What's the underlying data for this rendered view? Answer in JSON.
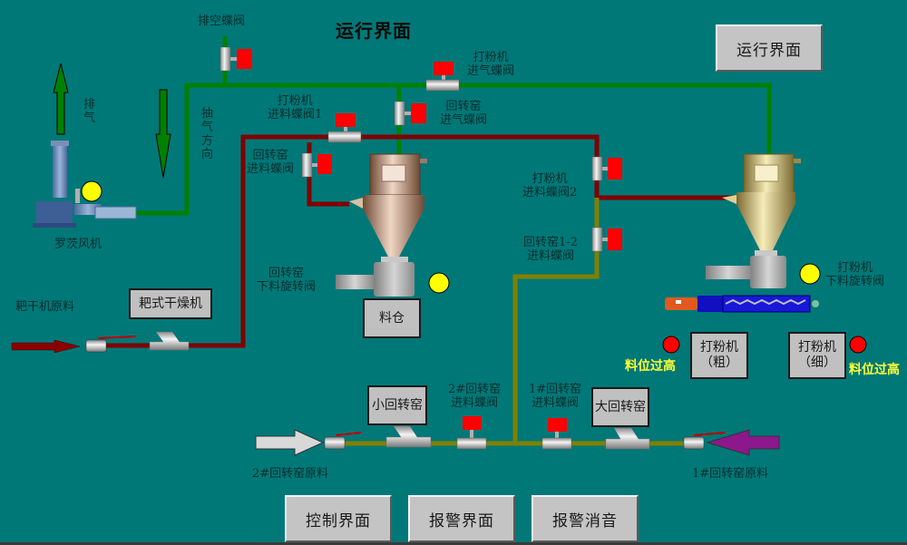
{
  "title": "运行界面",
  "nav": {
    "run_screen": "运行界面",
    "control_screen": "控制界面",
    "alarm_screen": "报警界面",
    "alarm_mute": "报警消音"
  },
  "labels": {
    "exhaust_valve": "排空蝶阀",
    "exhaust": "排气",
    "suction_direction": "抽气方向",
    "roots_blower": "罗茨风机",
    "mill_air_valve": "打粉机\n进气蝶阀",
    "mill_feed_valve_1": "打粉机\n进料蝶阀1",
    "kiln_air_valve": "回转窑\n进气蝶阀",
    "kiln_feed_valve": "回转窑\n进料蝶阀",
    "mill_feed_valve_2": "打粉机\n进料蝶阀2",
    "kiln_1_2_feed_valve": "回转窑1-2\n进料蝶阀",
    "kiln_rotary_valve": "回转窑\n下料旋转阀",
    "mill_rotary_valve": "打粉机\n下料旋转阀",
    "harrow_raw": "耙干机原料",
    "kiln2_feed_valve": "2#回转窑\n进料蝶阀",
    "kiln1_feed_valve": "1#回转窑\n进料蝶阀",
    "kiln2_raw": "2#回转窑原料",
    "kiln1_raw": "1#回转窑原料"
  },
  "equipment": {
    "harrow_dryer": "耙式干燥机",
    "silo": "料仓",
    "small_kiln": "小回转窑",
    "large_kiln": "大回转窑",
    "mill_coarse": "打粉机\n（粗）",
    "mill_fine": "打粉机\n（细）"
  },
  "alarms": {
    "coarse_level_high": "料位过高",
    "fine_level_high": "料位过高"
  },
  "colors": {
    "background": "#007878",
    "air_pipe": "#008000",
    "material_pipe": "#800000",
    "kiln_pipe": "#808000",
    "valve_actuator": "#ff0000",
    "running_indicator": "#ffff00",
    "alarm_indicator": "#ff0000",
    "alarm_text": "#ffff33"
  }
}
